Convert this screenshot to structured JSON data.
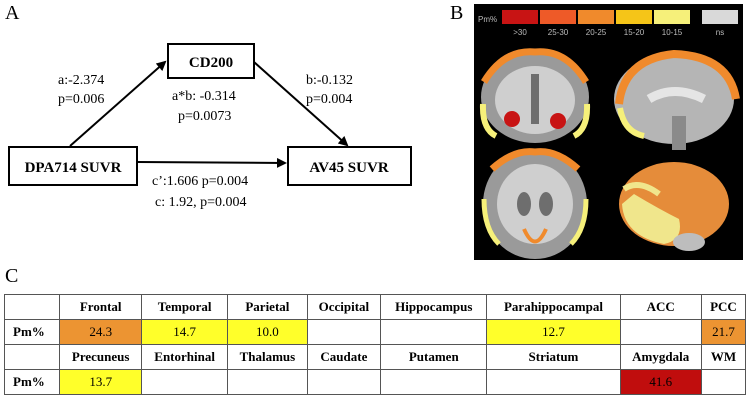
{
  "panels": {
    "a": "A",
    "b": "B",
    "c": "C"
  },
  "mediation": {
    "nodes": {
      "x": "DPA714 SUVR",
      "m": "CD200",
      "y": "AV45 SUVR"
    },
    "path_a": {
      "coef": "a:-2.374",
      "p": "p=0.006"
    },
    "path_b": {
      "coef": "b:-0.132",
      "p": "p=0.004"
    },
    "indirect": {
      "coef": "a*b: -0.314",
      "p": "p=0.0073"
    },
    "direct": "c’:1.606 p=0.004",
    "total": "c: 1.92, p=0.004"
  },
  "brain_legend": {
    "title": "Pm%",
    "bins": [
      {
        "label": ">30",
        "color": "#c81414"
      },
      {
        "label": "25-30",
        "color": "#ee5a28"
      },
      {
        "label": "20-25",
        "color": "#f08a2c"
      },
      {
        "label": "15-20",
        "color": "#f5c518"
      },
      {
        "label": "10-15",
        "color": "#f6f07a"
      },
      {
        "label": "ns",
        "color": "#d9d9d9"
      }
    ]
  },
  "pm_table": {
    "row_label": "Pm%",
    "rows": [
      {
        "headers": [
          "Frontal",
          "Temporal",
          "Parietal",
          "Occipital",
          "Hippocampus",
          "Parahippocampal",
          "ACC",
          "PCC"
        ],
        "values": [
          "24.3",
          "14.7",
          "10.0",
          "",
          "",
          "12.7",
          "",
          "21.7"
        ]
      },
      {
        "headers": [
          "Precuneus",
          "Entorhinal",
          "Thalamus",
          "Caudate",
          "Putamen",
          "Striatum",
          "Amygdala",
          "WM"
        ],
        "values": [
          "13.7",
          "",
          "",
          "",
          "",
          "",
          "41.6",
          ""
        ]
      }
    ]
  },
  "colors": {
    "orange": "#ec9432",
    "yellow": "#ffff2a",
    "red": "#c00d0d"
  }
}
